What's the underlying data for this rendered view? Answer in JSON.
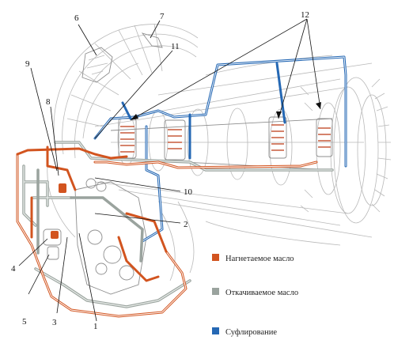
{
  "callouts": [
    {
      "id": "n1",
      "label": "1"
    },
    {
      "id": "n2",
      "label": "2"
    },
    {
      "id": "n3",
      "label": "3"
    },
    {
      "id": "n4",
      "label": "4"
    },
    {
      "id": "n5",
      "label": "5"
    },
    {
      "id": "n6",
      "label": "6"
    },
    {
      "id": "n7",
      "label": "7"
    },
    {
      "id": "n8",
      "label": "8"
    },
    {
      "id": "n9",
      "label": "9"
    },
    {
      "id": "n10",
      "label": "10"
    },
    {
      "id": "n11",
      "label": "11"
    },
    {
      "id": "n12",
      "label": "12"
    }
  ],
  "legend": [
    {
      "label": "Нагнетаемое масло",
      "color": "#d2541f"
    },
    {
      "label": "Откачиваемое масло",
      "color": "#9aa39e"
    },
    {
      "label": "Суфлирование",
      "color": "#2568b4"
    }
  ],
  "colors": {
    "pressure_oil": "#d2541f",
    "scavenge_oil": "#9aa39e",
    "breather": "#2568b4"
  }
}
